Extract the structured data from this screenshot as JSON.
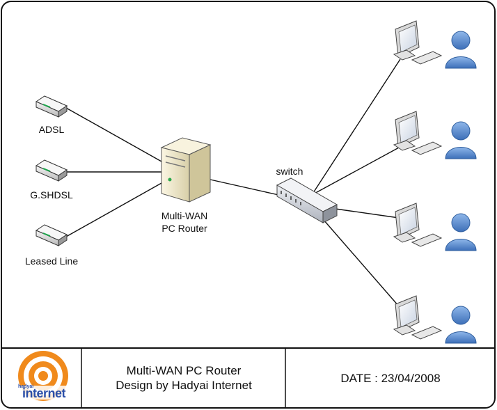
{
  "modems": [
    {
      "label": "ADSL"
    },
    {
      "label": "G.SHDSL"
    },
    {
      "label": "Leased Line"
    }
  ],
  "router": {
    "line1": "Multi-WAN",
    "line2": "PC Router"
  },
  "switch": {
    "label": "switch"
  },
  "workstation_count": 4,
  "title_block": {
    "title_line1": "Multi-WAN PC Router",
    "title_line2": "Design by Hadyai Internet",
    "date_text": "DATE : 23/04/2008",
    "logo_text": "internet",
    "logo_small_text": "hadyai"
  },
  "colors": {
    "border": "#111111",
    "line": "#111111",
    "logo_orange": "#f08a1c",
    "logo_blue": "#2b4fa8",
    "user_blue": "#4a7fc8"
  }
}
